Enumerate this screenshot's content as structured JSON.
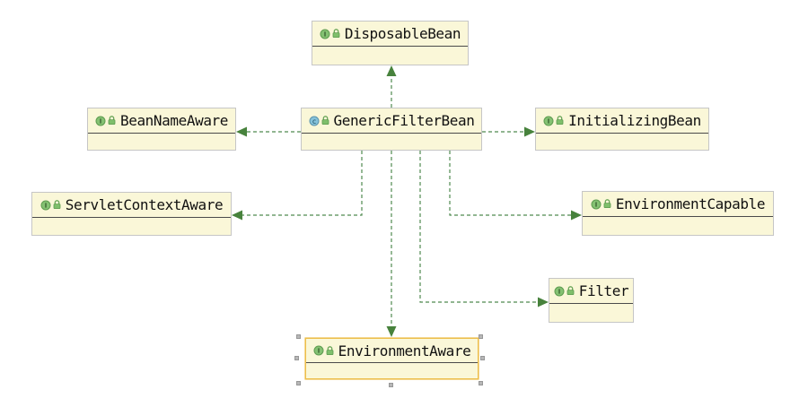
{
  "diagram": {
    "tool": "uml-class-diagram",
    "selected_node": "EnvironmentAware",
    "colors": {
      "node_fill": "#FAF7D8",
      "node_border": "#C6C6C6",
      "selected_border": "#EDBE4B",
      "header_separator": "#4A4A4A",
      "edge_green": "#4F8A4F",
      "arrowhead_green": "#47823C",
      "interface_icon_green": "#84C172",
      "class_icon_blue": "#85C2DA",
      "handle_gray": "#B7B7B7"
    },
    "icons": {
      "interface": "interface-icon",
      "class": "class-icon",
      "lock": "lock-overlay-icon"
    },
    "nodes": [
      {
        "label": "DisposableBean",
        "kind": "interface"
      },
      {
        "label": "BeanNameAware",
        "kind": "interface"
      },
      {
        "label": "GenericFilterBean",
        "kind": "class"
      },
      {
        "label": "InitializingBean",
        "kind": "interface"
      },
      {
        "label": "ServletContextAware",
        "kind": "interface"
      },
      {
        "label": "EnvironmentCapable",
        "kind": "interface"
      },
      {
        "label": "Filter",
        "kind": "interface"
      },
      {
        "label": "EnvironmentAware",
        "kind": "interface",
        "selected": true
      }
    ],
    "edges": [
      {
        "from": "GenericFilterBean",
        "to": "DisposableBean",
        "type": "realization",
        "style": "dashed-green"
      },
      {
        "from": "GenericFilterBean",
        "to": "BeanNameAware",
        "type": "realization",
        "style": "dashed-green"
      },
      {
        "from": "GenericFilterBean",
        "to": "InitializingBean",
        "type": "realization",
        "style": "dashed-green"
      },
      {
        "from": "GenericFilterBean",
        "to": "ServletContextAware",
        "type": "realization",
        "style": "dashed-green"
      },
      {
        "from": "GenericFilterBean",
        "to": "EnvironmentAware",
        "type": "realization",
        "style": "dashed-green"
      },
      {
        "from": "GenericFilterBean",
        "to": "Filter",
        "type": "realization",
        "style": "dashed-green"
      },
      {
        "from": "GenericFilterBean",
        "to": "EnvironmentCapable",
        "type": "realization",
        "style": "dashed-green"
      }
    ]
  }
}
